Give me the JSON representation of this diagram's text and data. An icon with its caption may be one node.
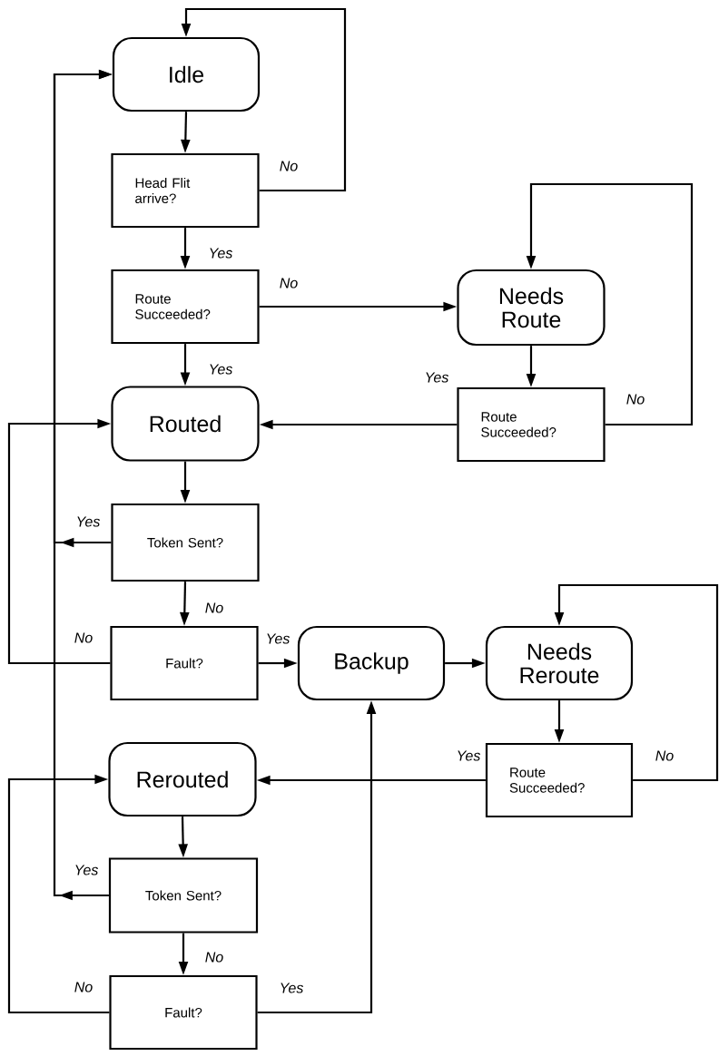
{
  "diagram": {
    "nodes": [
      {
        "text": [
          "Idle"
        ]
      },
      {
        "text": [
          "Head Flit arrive?"
        ]
      },
      {
        "text": [
          "Route Succeeded?"
        ]
      },
      {
        "text": [
          "Needs Route"
        ]
      },
      {
        "text": [
          "Route Succeeded?"
        ]
      },
      {
        "text": [
          "Routed"
        ]
      },
      {
        "text": [
          "Token Sent?"
        ]
      },
      {
        "text": [
          "Fault?"
        ]
      },
      {
        "text": [
          "Backup"
        ]
      },
      {
        "text": [
          "Needs Reroute"
        ]
      },
      {
        "text": [
          "Route Succeeded?"
        ]
      },
      {
        "text": [
          "Rerouted"
        ]
      },
      {
        "text": [
          "Token Sent?"
        ]
      },
      {
        "text": [
          "Fault?"
        ]
      }
    ],
    "edges": [
      {
        "from": 0,
        "to": 1,
        "arrow": "to"
      },
      {
        "from": 1,
        "to": 0,
        "arrow": "to",
        "label": "No"
      },
      {
        "from": 1,
        "to": 2,
        "arrow": "to",
        "label": "Yes"
      },
      {
        "from": 2,
        "to": 3,
        "arrow": "to",
        "label": "No"
      },
      {
        "from": 2,
        "to": 5,
        "arrow": "to",
        "label": "Yes"
      },
      {
        "from": 3,
        "to": 4,
        "arrow": "to"
      },
      {
        "from": 4,
        "to": 5,
        "arrow": "to",
        "label": "Yes"
      },
      {
        "from": 4,
        "to": 3,
        "arrow": "to",
        "label": "No"
      },
      {
        "from": 5,
        "to": 6,
        "arrow": "to"
      },
      {
        "from": 6,
        "to": 0,
        "arrow": "to",
        "label": "Yes"
      },
      {
        "from": 6,
        "to": 7,
        "arrow": "to",
        "label": "No"
      },
      {
        "from": 7,
        "to": 5,
        "arrow": "to",
        "label": "No"
      },
      {
        "from": 7,
        "to": 8,
        "arrow": "to",
        "label": "Yes"
      },
      {
        "from": 8,
        "to": 9,
        "arrow": "to"
      },
      {
        "from": 9,
        "to": 10,
        "arrow": "to"
      },
      {
        "from": 10,
        "to": 11,
        "arrow": "to",
        "label": "Yes"
      },
      {
        "from": 10,
        "to": 9,
        "arrow": "to",
        "label": "No"
      },
      {
        "from": 11,
        "to": 12,
        "arrow": "to"
      },
      {
        "from": 12,
        "to": 0,
        "arrow": "to",
        "label": "Yes"
      },
      {
        "from": 12,
        "to": 13,
        "arrow": "to",
        "label": "No"
      },
      {
        "from": 13,
        "to": 11,
        "arrow": "to",
        "label": "No"
      },
      {
        "from": 13,
        "to": 8,
        "arrow": "to",
        "label": "Yes"
      }
    ]
  }
}
